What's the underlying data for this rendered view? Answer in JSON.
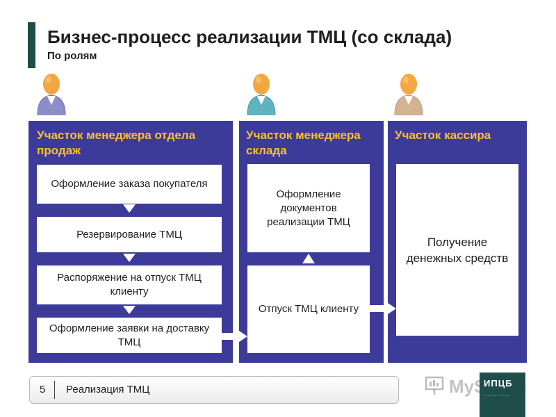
{
  "header": {
    "title": "Бизнес-процесс реализации ТМЦ (со склада)",
    "subtitle": "По ролям"
  },
  "roles": [
    {
      "icon": "person-icon",
      "shirt_color": "#8b8ec9"
    },
    {
      "icon": "person-icon",
      "shirt_color": "#5fb3bf"
    },
    {
      "icon": "person-icon",
      "shirt_color": "#d4b392"
    }
  ],
  "lanes": [
    {
      "title": "Участок менеджера отдела продаж",
      "steps": [
        "Оформление заказа покупателя",
        "Резервирование ТМЦ",
        "Распоряжение на отпуск ТМЦ клиенту",
        "Оформление заявки на доставку ТМЦ"
      ]
    },
    {
      "title": "Участок менеджера склада",
      "steps": [
        "Оформление документов реализации ТМЦ",
        "Отпуск ТМЦ клиенту"
      ]
    },
    {
      "title": "Участок кассира",
      "steps": [
        "Получение денежных средств"
      ]
    }
  ],
  "footer": {
    "page_number": "5",
    "label": "Реализация ТМЦ"
  },
  "brand": {
    "logo_text": "ИПЦБ",
    "watermark_text": "MySlide"
  },
  "colors": {
    "lane_bg": "#3d3b9a",
    "lane_title": "#ffc228",
    "accent": "#1f4e4a"
  }
}
